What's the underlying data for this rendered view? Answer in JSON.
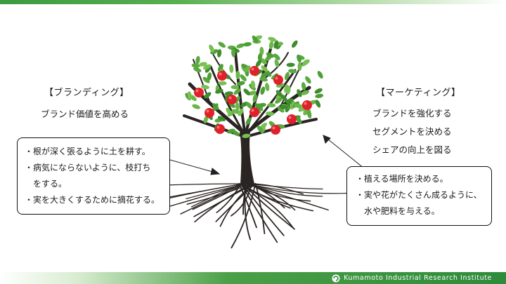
{
  "left": {
    "heading": "【ブランディング】",
    "subtitle": "ブランド価値を高める",
    "notes": [
      "・根が深く張るように土を耕す。",
      "・病気にならないように、枝打ち",
      "をする。",
      "・実を大きくするために摘花する。"
    ]
  },
  "right": {
    "heading": "【マーケティング】",
    "lines": [
      "ブランドを強化する",
      "セグメントを決める",
      "シェアの向上を図る"
    ],
    "notes": [
      "・植える場所を決める。",
      "・実や花がたくさん成るように、",
      "水や肥料を与える。"
    ]
  },
  "footer": {
    "org": "Kumamoto Industrial Research Institute"
  },
  "colors": {
    "accent_green": "#3c9a3f",
    "leaf_green": "#5aa83f",
    "apple_red": "#e0202a",
    "trunk": "#2a2422"
  }
}
